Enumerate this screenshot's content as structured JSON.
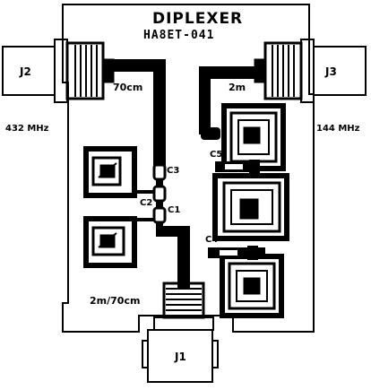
{
  "board": {
    "title": "DIPLEXER",
    "part_number": "HA8ET-041"
  },
  "labels": {
    "trace_70cm": "70cm",
    "trace_2m": "2m",
    "trace_common": "2m/70cm",
    "freq_left": "432 MHz",
    "freq_right": "144 MHz"
  },
  "connectors": {
    "j1": "J1",
    "j2": "J2",
    "j3": "J3"
  },
  "components": {
    "c1": "C1",
    "c2": "C2",
    "c3": "C3",
    "c4": "C4",
    "c5": "C5"
  },
  "colors": {
    "copper": "#000000",
    "board": "#ffffff"
  }
}
